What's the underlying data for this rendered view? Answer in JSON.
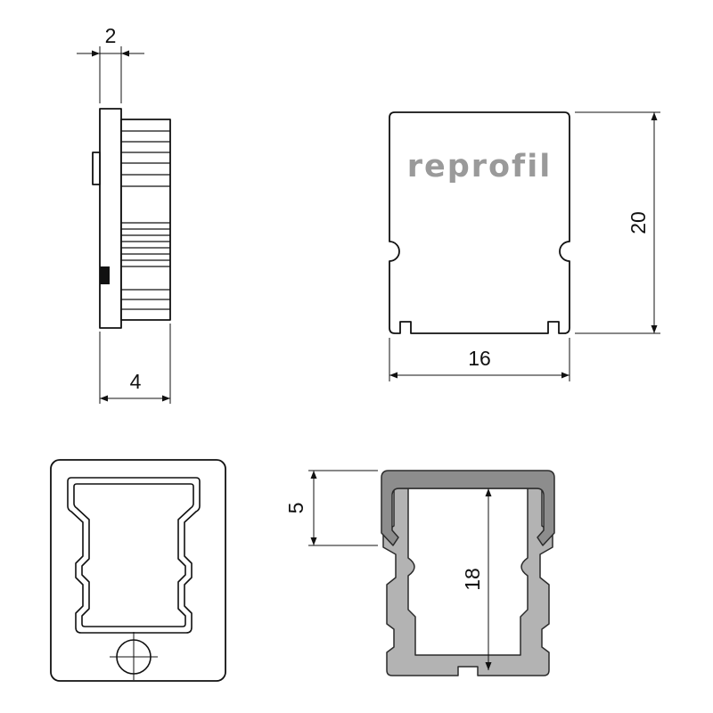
{
  "page": {
    "background": "#ffffff"
  },
  "colors": {
    "line": "#111111",
    "dim": "#111111",
    "logo-gray": "#9a9a9a",
    "cover-gray": "#8d8d8d",
    "alu-gray": "#b3b3b3"
  },
  "logo": {
    "text": "reprofil"
  },
  "dimensions": {
    "cap_thickness": "2",
    "cap_depth": "4",
    "cap_height": "20",
    "cap_width": "16",
    "cover_height": "5",
    "inner_height": "18"
  }
}
